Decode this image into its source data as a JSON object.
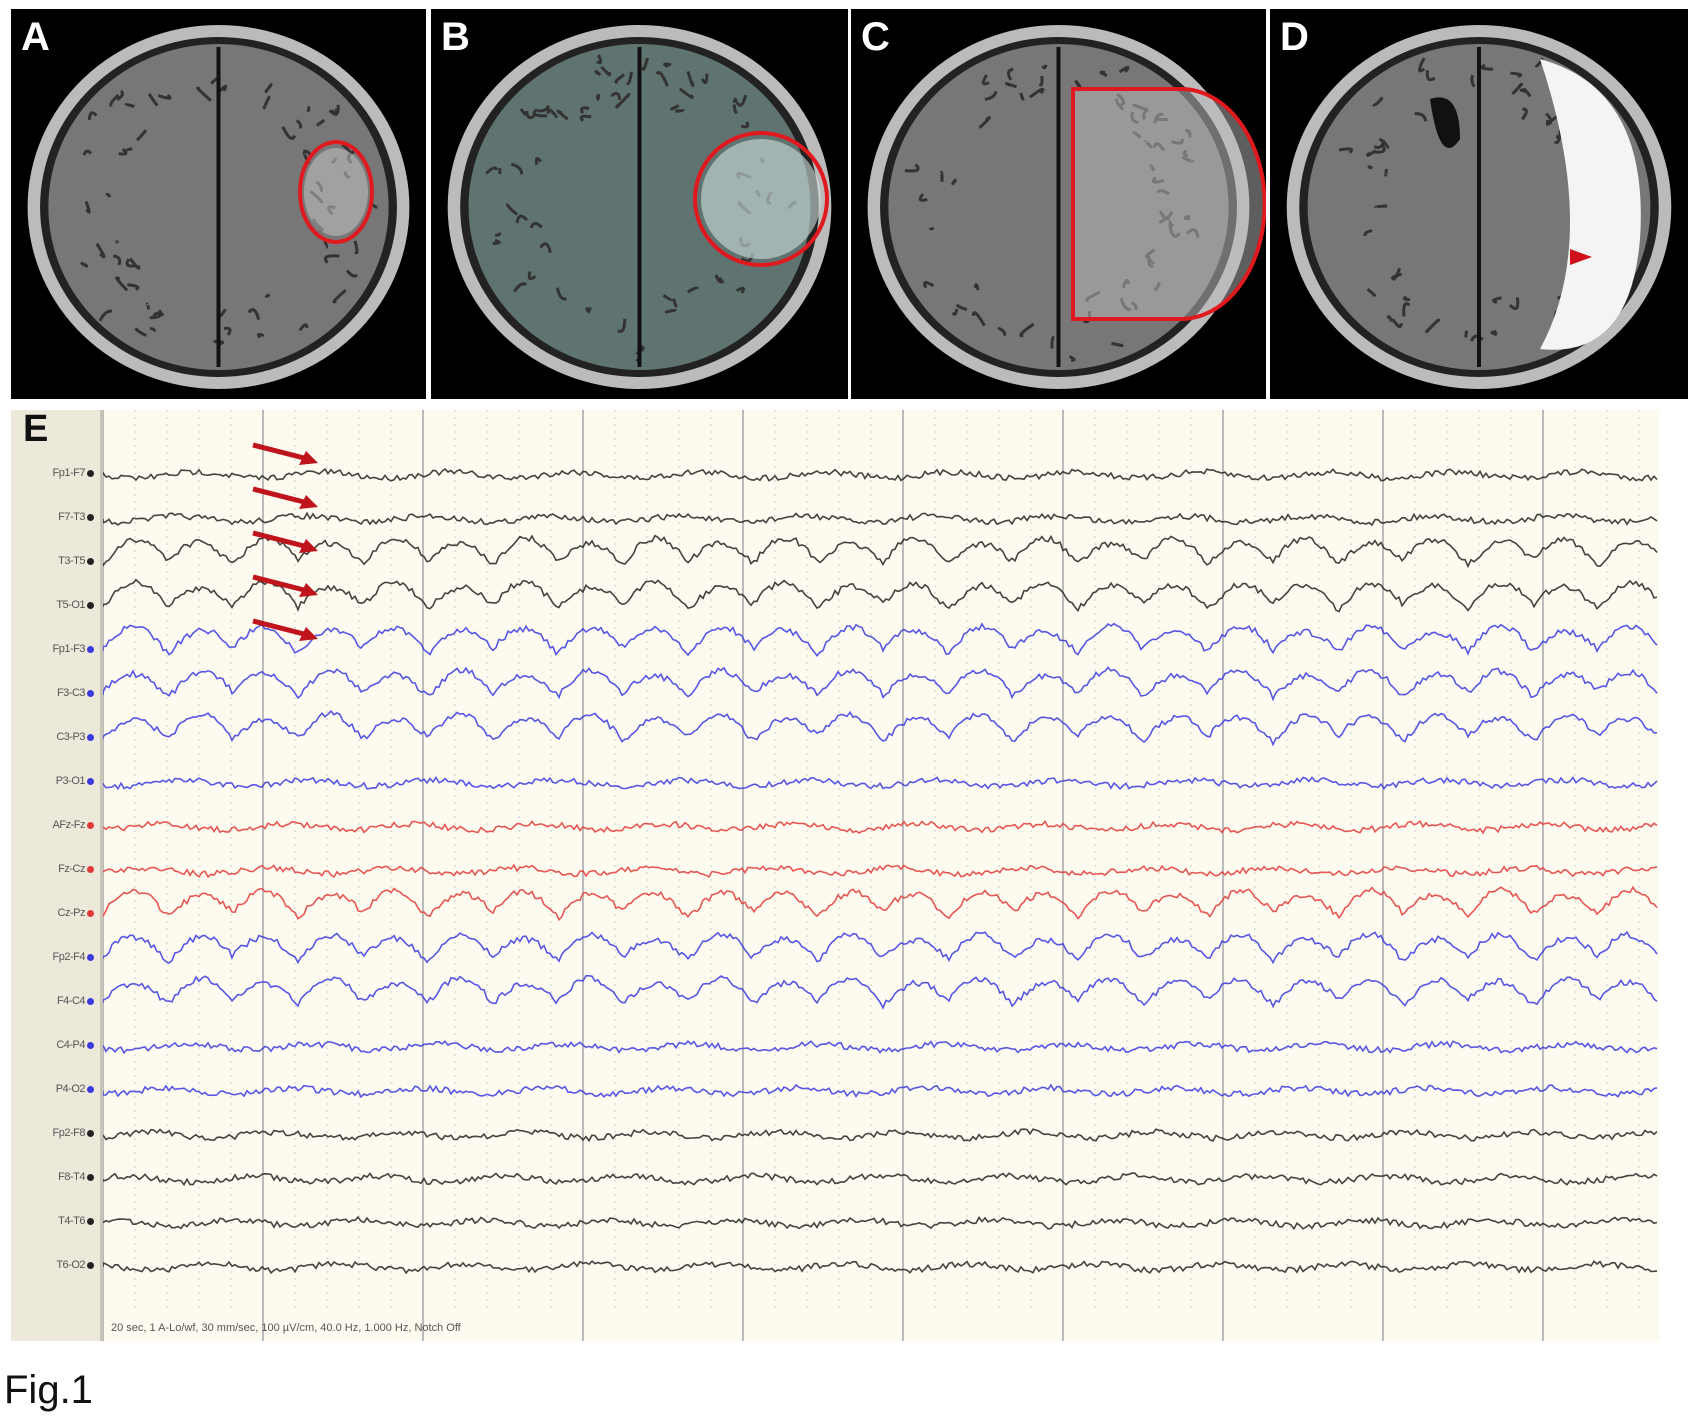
{
  "panels": [
    {
      "label": "A",
      "annotation": "circle"
    },
    {
      "label": "B",
      "annotation": "circle"
    },
    {
      "label": "C",
      "annotation": "d-shape"
    },
    {
      "label": "D",
      "annotation": "arrowhead"
    }
  ],
  "eeg": {
    "label": "E",
    "channels": [
      {
        "name": "Fp1-F7",
        "color": "#222222"
      },
      {
        "name": "F7-T3",
        "color": "#222222"
      },
      {
        "name": "T3-T5",
        "color": "#222222"
      },
      {
        "name": "T5-O1",
        "color": "#222222"
      },
      {
        "name": "Fp1-F3",
        "color": "#3a3ae0"
      },
      {
        "name": "F3-C3",
        "color": "#3a3ae0"
      },
      {
        "name": "C3-P3",
        "color": "#3a3ae0"
      },
      {
        "name": "P3-O1",
        "color": "#3a3ae0"
      },
      {
        "name": "AFz-Fz",
        "color": "#e03a3a"
      },
      {
        "name": "Fz-Cz",
        "color": "#e03a3a"
      },
      {
        "name": "Cz-Pz",
        "color": "#e03a3a"
      },
      {
        "name": "Fp2-F4",
        "color": "#3a3ae0"
      },
      {
        "name": "F4-C4",
        "color": "#3a3ae0"
      },
      {
        "name": "C4-P4",
        "color": "#3a3ae0"
      },
      {
        "name": "P4-O2",
        "color": "#3a3ae0"
      },
      {
        "name": "Fp2-F8",
        "color": "#222222"
      },
      {
        "name": "F8-T4",
        "color": "#222222"
      },
      {
        "name": "T4-T6",
        "color": "#222222"
      },
      {
        "name": "T6-O2",
        "color": "#222222"
      }
    ],
    "footer": "20 sec, 1 A-Lo/wf, 30 mm/sec, 100 µV/cm, 40.0 Hz, 1.000 Hz, Notch Off",
    "arrow_color": "#c0141c",
    "arrow_count": 5
  },
  "caption": "Fig.1"
}
